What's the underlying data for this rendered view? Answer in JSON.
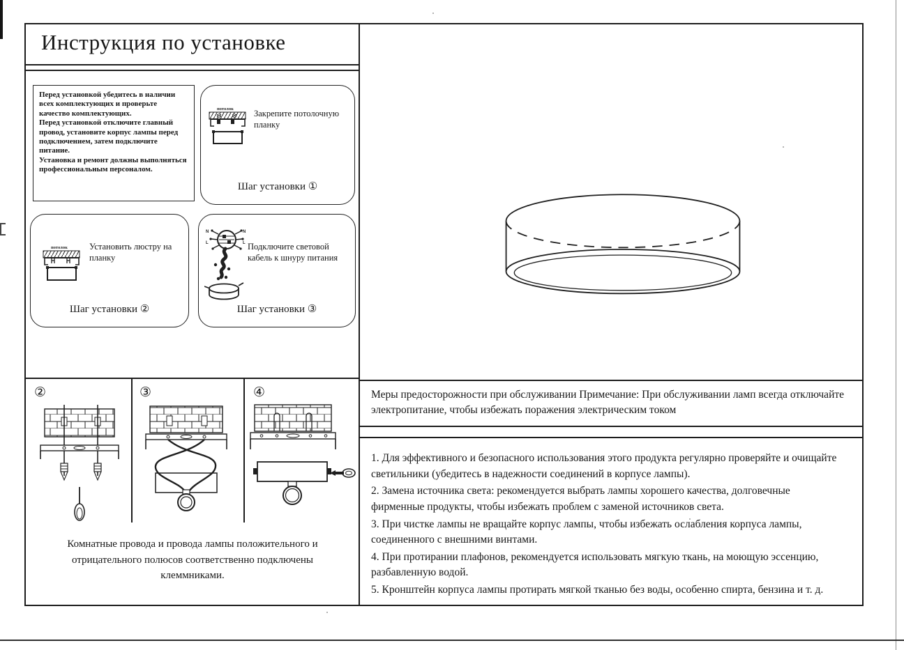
{
  "title": "Инструкция по установке",
  "colors": {
    "ink": "#1c1c1c",
    "paper": "#ffffff"
  },
  "precautions": {
    "lines": [
      "Перед установкой убедитесь в наличии всех комплектующих и проверьте качество комплектующих.",
      "Перед установкой отключите главный провод, установите корпус лампы перед подключением, затем подключите питание.",
      "Установка и ремонт должны выполняться профессиональным персоналом."
    ]
  },
  "steps": [
    {
      "caption": "Закрепите потолочную планку",
      "label": "Шаг установки",
      "number": "①",
      "ceiling_label": "потолок"
    },
    {
      "caption": "Установить люстру на планку",
      "label": "Шаг установки",
      "number": "②",
      "ceiling_label": "потолок"
    },
    {
      "caption": "Подключите световой кабель к шнуру питания",
      "label": "Шаг установки",
      "number": "③",
      "wire_n": "N",
      "wire_l": "L"
    }
  ],
  "diagrams": [
    {
      "number": "②"
    },
    {
      "number": "③"
    },
    {
      "number": "④"
    }
  ],
  "wiring_note": "Комнатные провода и провода лампы положительного и отрицательного полюсов соответственно подключены клеммниками.",
  "maintenance": {
    "note": "Меры предосторожности при обслуживании Примечание: При обслуживании ламп всегда отключайте электропитание, чтобы избежать поражения электрическим током",
    "items": [
      "1. Для эффективного и безопасного использования этого продукта регулярно проверяйте и очищайте светильники (убедитесь в надежности соединений в корпусе лампы).",
      "2. Замена источника света: рекомендуется выбрать лампы хорошего качества, долговечные фирменные продукты, чтобы избежать проблем с заменой источников света.",
      "3. При чистке лампы не вращайте корпус лампы, чтобы избежать ослабления корпуса лампы, соединенного с внешними винтами.",
      "4. При протирании плафонов, рекомендуется использовать мягкую ткань, на моющую эссенцию, разбавленную водой.",
      "5. Кронштейн корпуса лампы протирать мягкой тканью без воды, особенно спирта, бензина и т. д."
    ]
  }
}
